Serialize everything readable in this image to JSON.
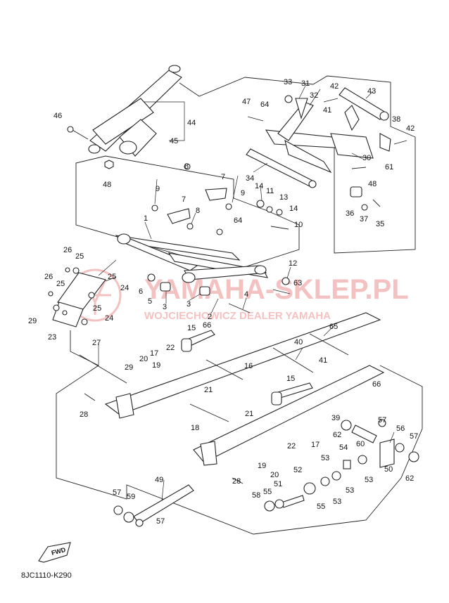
{
  "watermark": {
    "brand": "YAMAHA-SKLEP.PL",
    "tagline": "WOJCIECHOWICZ DEALER YAMAHA",
    "color": "#e05050"
  },
  "code": "8JC1110-K290",
  "fwd_label": "FWD",
  "labels": [
    {
      "id": "l1",
      "text": "1"
    },
    {
      "id": "l2",
      "text": "2"
    },
    {
      "id": "l3a",
      "text": "3"
    },
    {
      "id": "l3b",
      "text": "3"
    },
    {
      "id": "l4",
      "text": "4"
    },
    {
      "id": "l5",
      "text": "5"
    },
    {
      "id": "l6",
      "text": "6"
    },
    {
      "id": "l7a",
      "text": "7"
    },
    {
      "id": "l7b",
      "text": "7"
    },
    {
      "id": "l8a",
      "text": "8"
    },
    {
      "id": "l8b",
      "text": "8"
    },
    {
      "id": "l9a",
      "text": "9"
    },
    {
      "id": "l9b",
      "text": "9"
    },
    {
      "id": "l10",
      "text": "10"
    },
    {
      "id": "l11",
      "text": "11"
    },
    {
      "id": "l12",
      "text": "12"
    },
    {
      "id": "l13",
      "text": "13"
    },
    {
      "id": "l14a",
      "text": "14"
    },
    {
      "id": "l14b",
      "text": "14"
    },
    {
      "id": "l15a",
      "text": "15"
    },
    {
      "id": "l15b",
      "text": "15"
    },
    {
      "id": "l16",
      "text": "16"
    },
    {
      "id": "l17a",
      "text": "17"
    },
    {
      "id": "l17b",
      "text": "17"
    },
    {
      "id": "l18",
      "text": "18"
    },
    {
      "id": "l19a",
      "text": "19"
    },
    {
      "id": "l19b",
      "text": "19"
    },
    {
      "id": "l20a",
      "text": "20"
    },
    {
      "id": "l20b",
      "text": "20"
    },
    {
      "id": "l21a",
      "text": "21"
    },
    {
      "id": "l21b",
      "text": "21"
    },
    {
      "id": "l22a",
      "text": "22"
    },
    {
      "id": "l22b",
      "text": "22"
    },
    {
      "id": "l23",
      "text": "23"
    },
    {
      "id": "l24a",
      "text": "24"
    },
    {
      "id": "l24b",
      "text": "24"
    },
    {
      "id": "l25a",
      "text": "25"
    },
    {
      "id": "l25b",
      "text": "25"
    },
    {
      "id": "l25c",
      "text": "25"
    },
    {
      "id": "l25d",
      "text": "25"
    },
    {
      "id": "l26a",
      "text": "26"
    },
    {
      "id": "l26b",
      "text": "26"
    },
    {
      "id": "l27",
      "text": "27"
    },
    {
      "id": "l28a",
      "text": "28"
    },
    {
      "id": "l28b",
      "text": "28"
    },
    {
      "id": "l29a",
      "text": "29"
    },
    {
      "id": "l29b",
      "text": "29"
    },
    {
      "id": "l30",
      "text": "30"
    },
    {
      "id": "l31",
      "text": "31"
    },
    {
      "id": "l32",
      "text": "32"
    },
    {
      "id": "l33",
      "text": "33"
    },
    {
      "id": "l34",
      "text": "34"
    },
    {
      "id": "l35",
      "text": "35"
    },
    {
      "id": "l36",
      "text": "36"
    },
    {
      "id": "l37",
      "text": "37"
    },
    {
      "id": "l38",
      "text": "38"
    },
    {
      "id": "l39",
      "text": "39"
    },
    {
      "id": "l40",
      "text": "40"
    },
    {
      "id": "l41a",
      "text": "41"
    },
    {
      "id": "l41b",
      "text": "41"
    },
    {
      "id": "l42a",
      "text": "42"
    },
    {
      "id": "l42b",
      "text": "42"
    },
    {
      "id": "l43",
      "text": "43"
    },
    {
      "id": "l44",
      "text": "44"
    },
    {
      "id": "l45",
      "text": "45"
    },
    {
      "id": "l46",
      "text": "46"
    },
    {
      "id": "l47",
      "text": "47"
    },
    {
      "id": "l48a",
      "text": "48"
    },
    {
      "id": "l48b",
      "text": "48"
    },
    {
      "id": "l49",
      "text": "49"
    },
    {
      "id": "l50",
      "text": "50"
    },
    {
      "id": "l51",
      "text": "51"
    },
    {
      "id": "l52",
      "text": "52"
    },
    {
      "id": "l53a",
      "text": "53"
    },
    {
      "id": "l53b",
      "text": "53"
    },
    {
      "id": "l53c",
      "text": "53"
    },
    {
      "id": "l53d",
      "text": "53"
    },
    {
      "id": "l54",
      "text": "54"
    },
    {
      "id": "l55a",
      "text": "55"
    },
    {
      "id": "l55b",
      "text": "55"
    },
    {
      "id": "l56",
      "text": "56"
    },
    {
      "id": "l57a",
      "text": "57"
    },
    {
      "id": "l57b",
      "text": "57"
    },
    {
      "id": "l57c",
      "text": "57"
    },
    {
      "id": "l57d",
      "text": "57"
    },
    {
      "id": "l58",
      "text": "58"
    },
    {
      "id": "l59",
      "text": "59"
    },
    {
      "id": "l60",
      "text": "60"
    },
    {
      "id": "l61",
      "text": "61"
    },
    {
      "id": "l62a",
      "text": "62"
    },
    {
      "id": "l62b",
      "text": "62"
    },
    {
      "id": "l63",
      "text": "63"
    },
    {
      "id": "l64a",
      "text": "64"
    },
    {
      "id": "l64b",
      "text": "64"
    },
    {
      "id": "l65",
      "text": "65"
    },
    {
      "id": "l66a",
      "text": "66"
    },
    {
      "id": "l66b",
      "text": "66"
    }
  ]
}
